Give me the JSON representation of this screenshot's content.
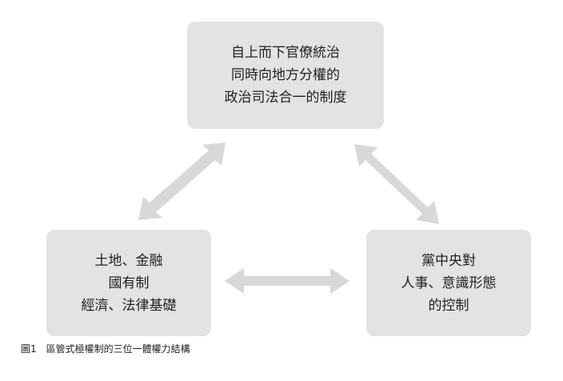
{
  "nodes": {
    "top": {
      "lines": [
        "自上而下官僚統治",
        "同時向地方分權的",
        "政治司法合一的制度"
      ]
    },
    "left": {
      "lines": [
        "土地、金融",
        "國有制",
        "經濟、法律基礎"
      ]
    },
    "right": {
      "lines": [
        "黨中央對",
        "人事、意識形態",
        "的控制"
      ]
    }
  },
  "arrows": [
    {
      "from": "top",
      "to": "left",
      "type": "bidirectional"
    },
    {
      "from": "top",
      "to": "right",
      "type": "bidirectional"
    },
    {
      "from": "left",
      "to": "right",
      "type": "bidirectional"
    }
  ],
  "colors": {
    "box_fill": "#e3e3e3",
    "arrow_fill": "#d8d8d8",
    "text": "#1f1f1f"
  },
  "caption": {
    "label": "圖1",
    "text": "區管式極權制的三位一體權力結構"
  }
}
